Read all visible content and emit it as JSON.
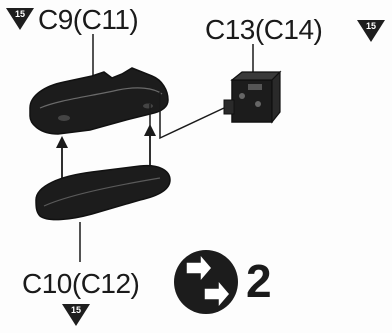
{
  "labels": {
    "top_left": "C9(C11)",
    "top_right": "C13(C14)",
    "bottom": "C10(C12)"
  },
  "badges": {
    "top_left": "15",
    "top_right": "15",
    "bottom": "15"
  },
  "step": {
    "count": "2",
    "icon": "double-arrow-repeat-icon"
  },
  "colors": {
    "part_fill": "#1c1c1c",
    "ink": "#1a1a1a",
    "badge_fill": "#1e1e1e"
  }
}
